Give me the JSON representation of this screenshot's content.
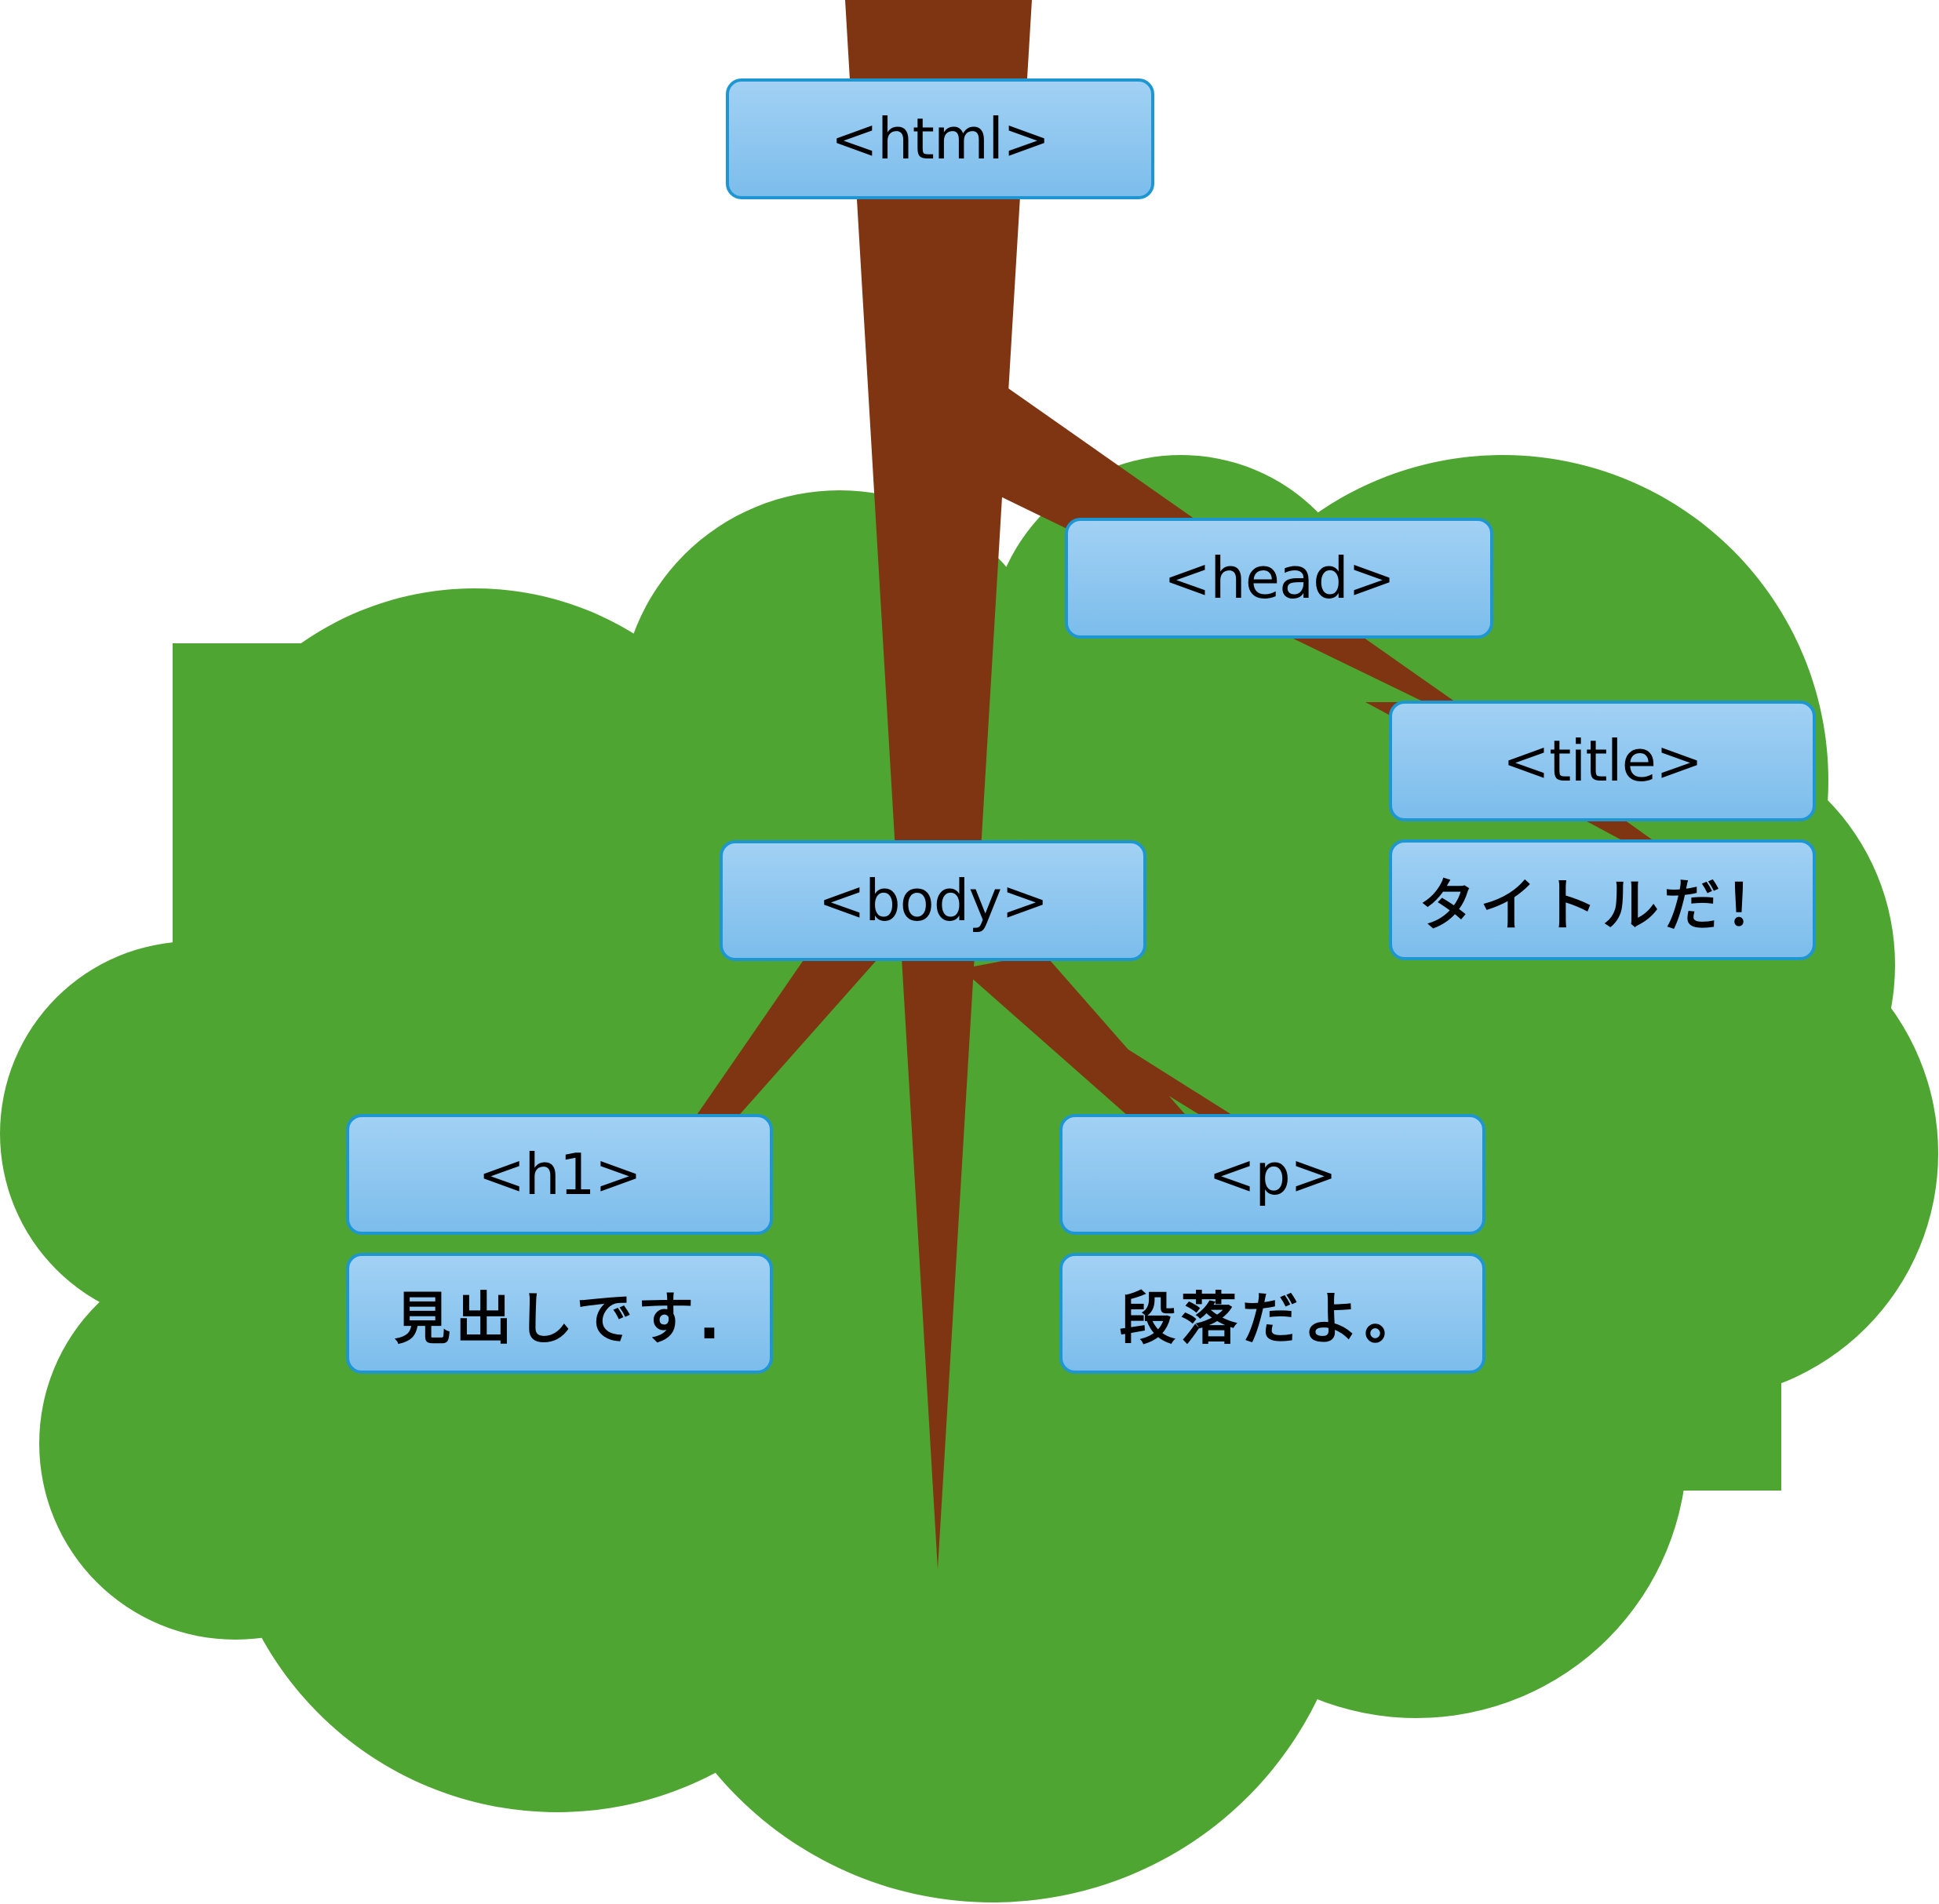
{
  "colors": {
    "foliage": "#4fa531",
    "trunk": "#7f3511",
    "node_fill_top": "#a2d1f4",
    "node_fill_bottom": "#7cbdec",
    "node_border": "#1e96d2",
    "text": "#000000"
  },
  "tree": {
    "html": "<html>",
    "head": "<head>",
    "title": "<title>",
    "title_text": "タイトルだ！",
    "body": "<body>",
    "h1": "<h1>",
    "h1_text": "見出しです.",
    "p": "<p>",
    "p_text": "段落だよ。"
  }
}
